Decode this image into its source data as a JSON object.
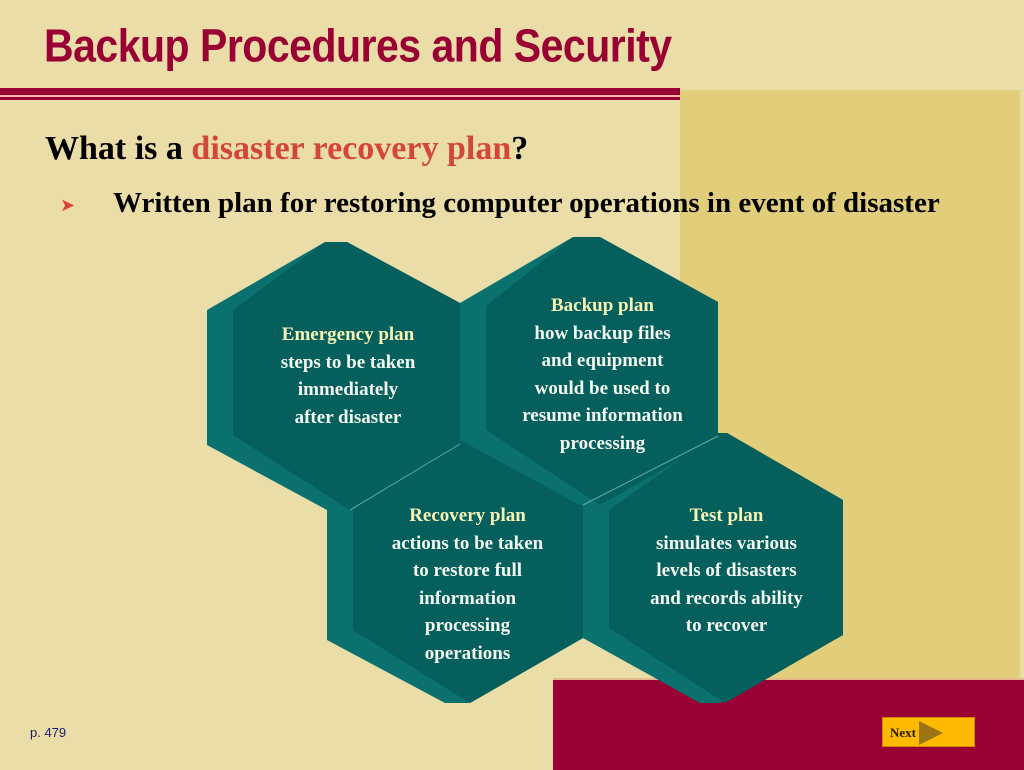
{
  "slide": {
    "title": "Backup Procedures and Security",
    "question": {
      "prefix": "What is a ",
      "highlight": "disaster recovery plan",
      "suffix": "?"
    },
    "bullet": {
      "icon": "arrowhead-bullet-icon",
      "text": "Written plan for restoring computer operations in event of disaster"
    },
    "plans": [
      {
        "title": "Emergency plan",
        "description": "steps to be taken\nimmediately\nafter disaster"
      },
      {
        "title": "Backup plan",
        "description": "how backup files\nand equipment\nwould be used to\nresume information\nprocessing"
      },
      {
        "title": "Recovery plan",
        "description": "actions to be taken\nto restore full\ninformation\nprocessing\noperations"
      },
      {
        "title": "Test plan",
        "description": "simulates various\nlevels of disasters\nand records ability\nto recover"
      }
    ],
    "page_reference": "p. 479",
    "next_button": {
      "label": "Next",
      "icon": "play-arrow-icon"
    }
  },
  "colors": {
    "background": "#EBDDA8",
    "gold_panel": "#E2CD7B",
    "maroon": "#990033",
    "accent_red": "#D4463C",
    "hex_face": "#055F5D",
    "hex_bevel": "#0A716E",
    "plan_title": "#F8F3B4",
    "next_button": "#FFBA00"
  }
}
